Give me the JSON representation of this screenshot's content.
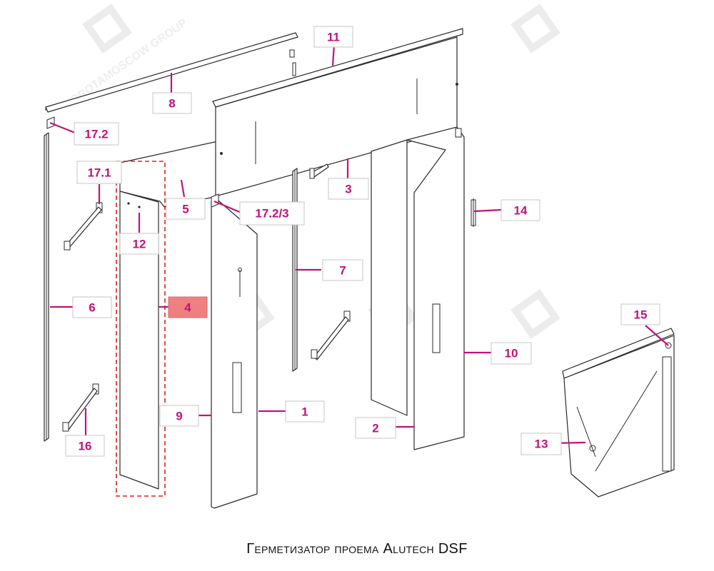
{
  "caption": "Герметизатор проема Alutech DSF",
  "watermark": "VOROTAMOSCOW GROUP",
  "colors": {
    "leader": "#c0137a",
    "highlight": "#f08080",
    "outline": "#2a2a2a",
    "dashed": "#e02020"
  },
  "labels": {
    "l1": "1",
    "l2": "2",
    "l3": "3",
    "l4": "4",
    "l5": "5",
    "l6": "6",
    "l7": "7",
    "l8": "8",
    "l9": "9",
    "l10": "10",
    "l11": "11",
    "l12": "12",
    "l13": "13",
    "l14": "14",
    "l15": "15",
    "l16": "16",
    "l17_1": "17.1",
    "l17_2": "17.2",
    "l17_2_3": "17.2/3"
  }
}
